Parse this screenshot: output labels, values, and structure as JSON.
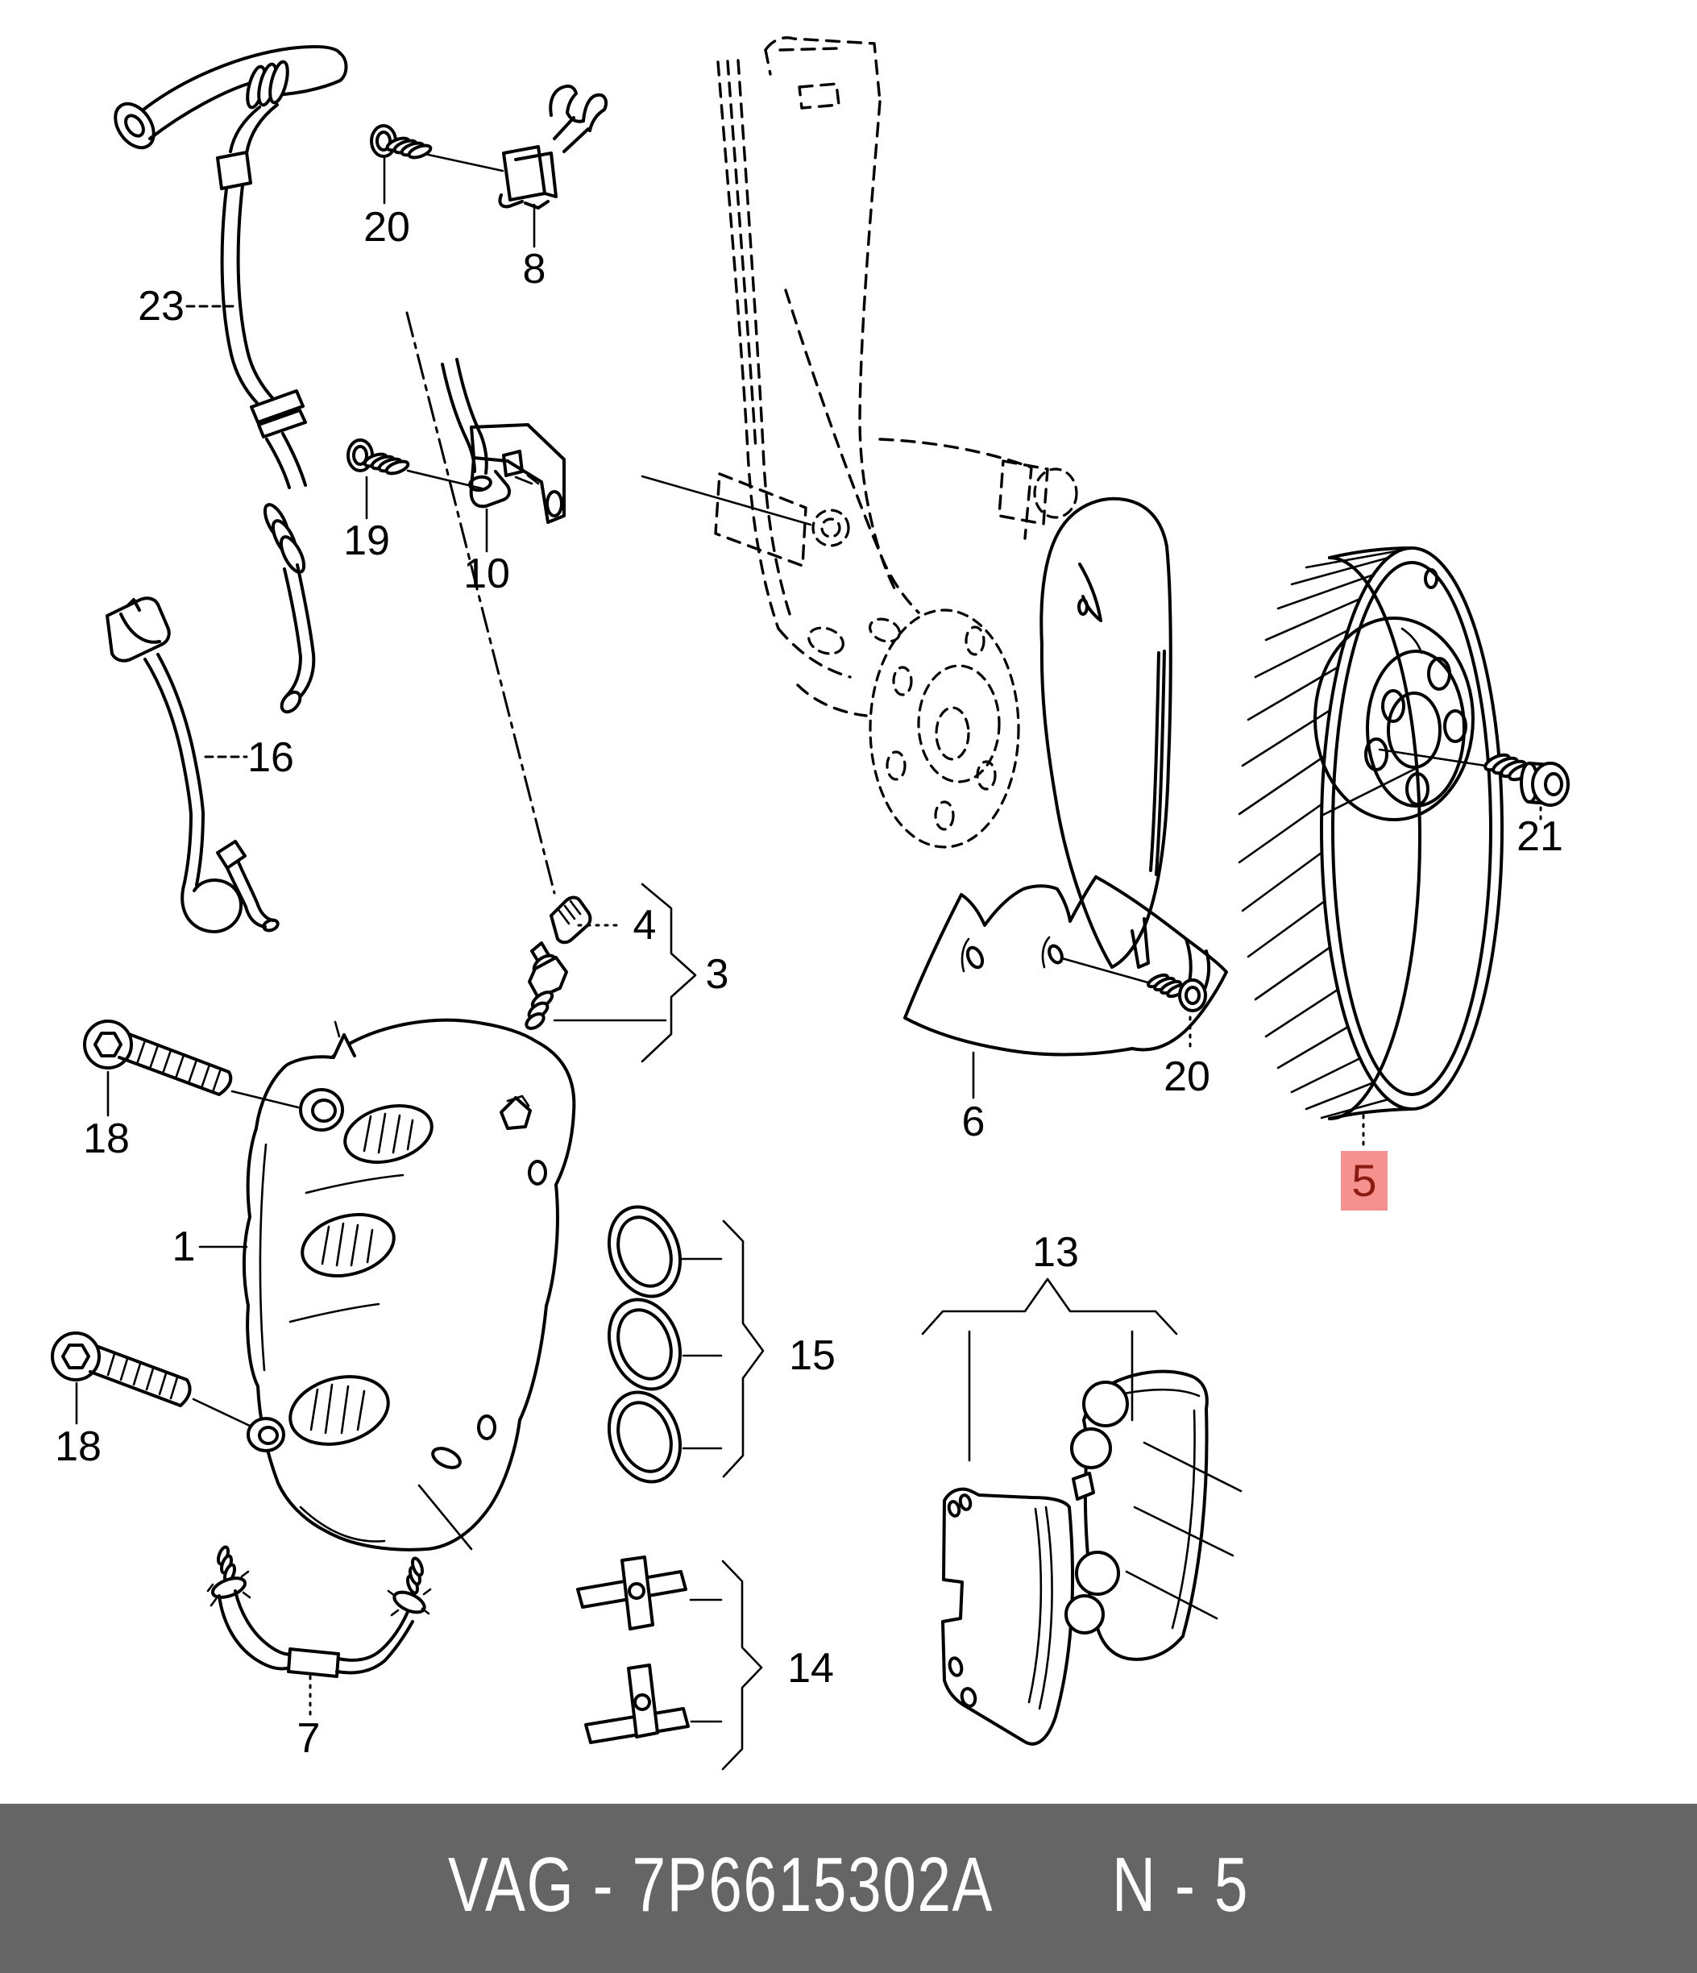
{
  "diagram": {
    "description_labels": [],
    "highlighted_part": {
      "label": "5"
    }
  },
  "colors": {
    "line": "#000000",
    "background": "#ffffff",
    "highlight_bg": "#F5928F",
    "highlight_fg": "#8B1A10",
    "footer_bg": "#656565",
    "footer_fg": "#ffffff"
  },
  "callouts": [
    {
      "label": "23"
    },
    {
      "label": "20"
    },
    {
      "label": "8"
    },
    {
      "label": "19"
    },
    {
      "label": "10"
    },
    {
      "label": "16"
    },
    {
      "label": "4"
    },
    {
      "label": "3"
    },
    {
      "label": "1"
    },
    {
      "label": "18"
    },
    {
      "label": "18"
    },
    {
      "label": "15"
    },
    {
      "label": "14"
    },
    {
      "label": "13"
    },
    {
      "label": "7"
    },
    {
      "label": "6"
    },
    {
      "label": "20"
    },
    {
      "label": "21"
    }
  ],
  "footer": {
    "catalog_code": "VAG - 7P6615302A",
    "page_ref": "N - 5"
  }
}
